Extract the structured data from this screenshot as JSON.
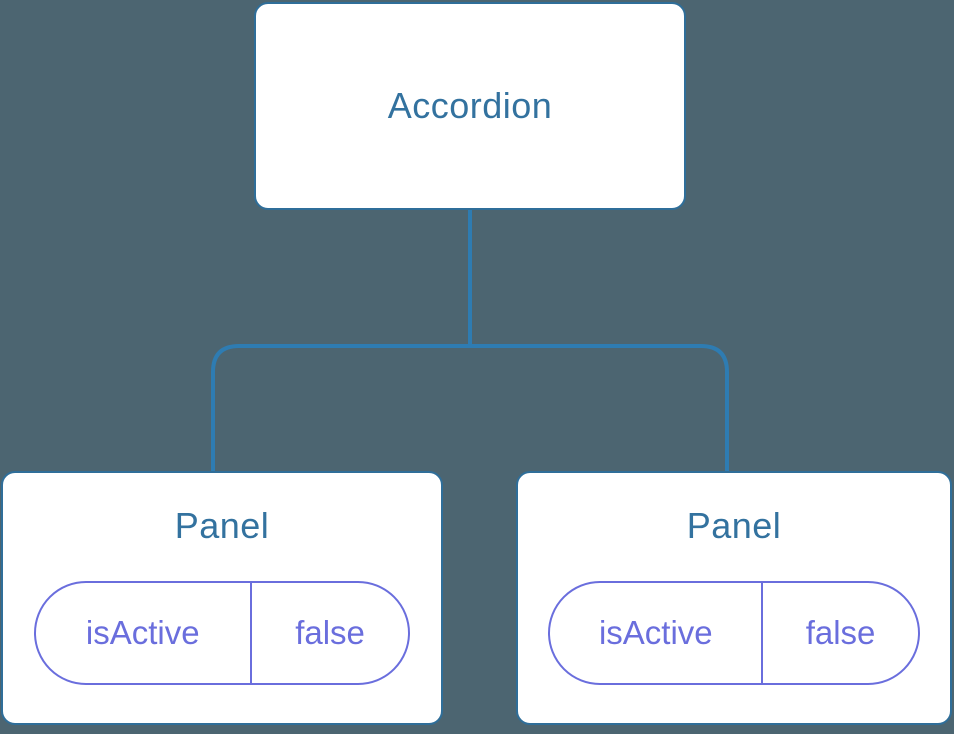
{
  "diagram": {
    "type": "component-tree",
    "root": {
      "label": "Accordion"
    },
    "children": [
      {
        "label": "Panel",
        "state": {
          "name": "isActive",
          "value": "false"
        }
      },
      {
        "label": "Panel",
        "state": {
          "name": "isActive",
          "value": "false"
        }
      }
    ]
  },
  "colors": {
    "background": "#4C6571",
    "node_fill": "#FFFFFF",
    "node_border": "#2F6E99",
    "connector": "#2E7CB2",
    "node_text": "#33729F",
    "state_accent": "#6A6EDD"
  }
}
